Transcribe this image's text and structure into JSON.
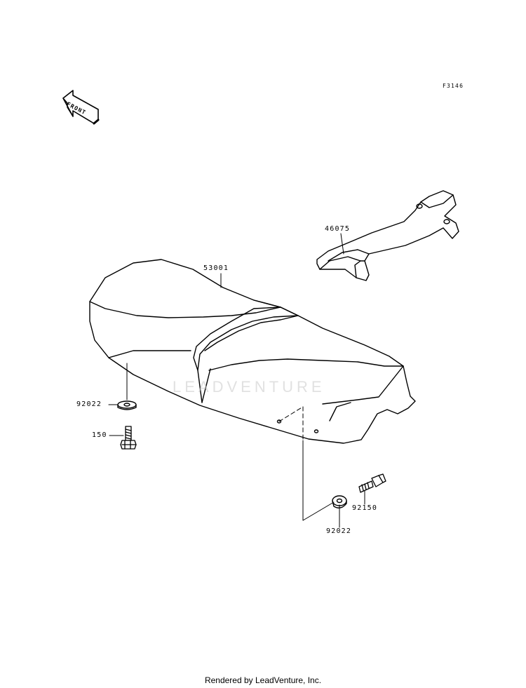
{
  "figure_code": "F3146",
  "front_arrow_text": "FRONT",
  "parts": {
    "grab_rail": "46075",
    "seat": "53001",
    "collar_left": "92022",
    "bolt_left": "150",
    "collar_right": "92022",
    "bolt_right": "92150"
  },
  "watermark": "LEADVENTURE",
  "footer": "Rendered by LeadVenture, Inc."
}
